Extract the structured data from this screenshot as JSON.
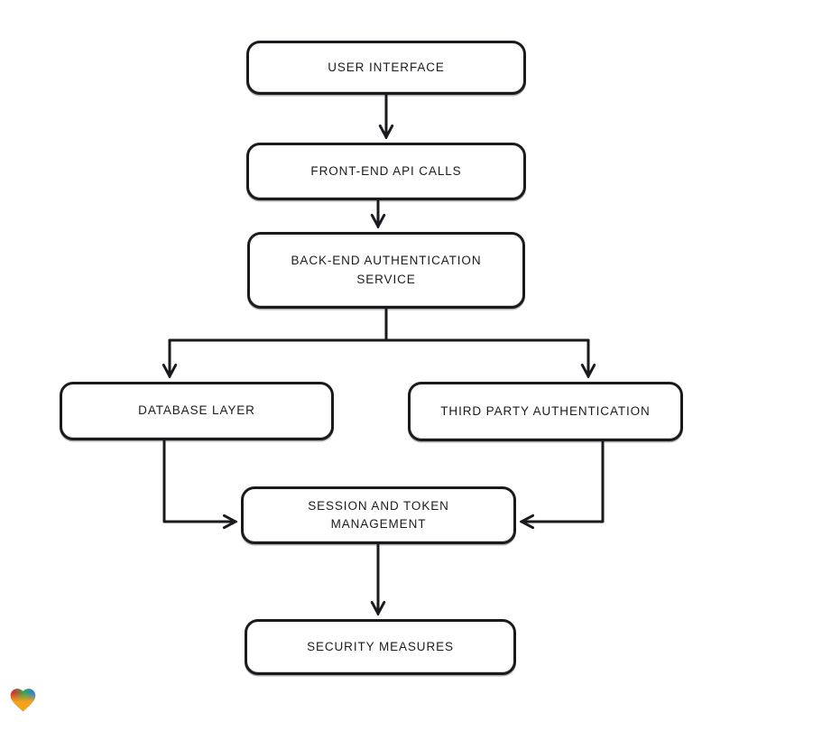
{
  "canvas": {
    "background": "#ffffff"
  },
  "diagram": {
    "type": "flowchart",
    "style": "hand-drawn",
    "stroke_color": "#1a1a1e",
    "node_fill": "#ffffff",
    "nodes": [
      {
        "id": "user-interface",
        "label": "USER INTERFACE"
      },
      {
        "id": "front-end-api-calls",
        "label": "FRONT-END API CALLS"
      },
      {
        "id": "back-end-authentication-service",
        "label": "BACK-END AUTHENTICATION SERVICE"
      },
      {
        "id": "database-layer",
        "label": "DATABASE LAYER"
      },
      {
        "id": "third-party-authentication",
        "label": "THIRD PARTY AUTHENTICATION"
      },
      {
        "id": "session-and-token-management",
        "label": "SESSION AND TOKEN MANAGEMENT"
      },
      {
        "id": "security-measures",
        "label": "SECURITY MEASURES"
      }
    ],
    "edges": [
      {
        "from": "user-interface",
        "to": "front-end-api-calls"
      },
      {
        "from": "front-end-api-calls",
        "to": "back-end-authentication-service"
      },
      {
        "from": "back-end-authentication-service",
        "to": "database-layer"
      },
      {
        "from": "back-end-authentication-service",
        "to": "third-party-authentication"
      },
      {
        "from": "database-layer",
        "to": "session-and-token-management"
      },
      {
        "from": "third-party-authentication",
        "to": "session-and-token-management"
      },
      {
        "from": "session-and-token-management",
        "to": "security-measures"
      }
    ]
  },
  "logo": {
    "name": "gradient-heart",
    "colors": {
      "red": "#e3242b",
      "green": "#33a852",
      "blue": "#2a7de1",
      "orange": "#f5a21b"
    }
  }
}
